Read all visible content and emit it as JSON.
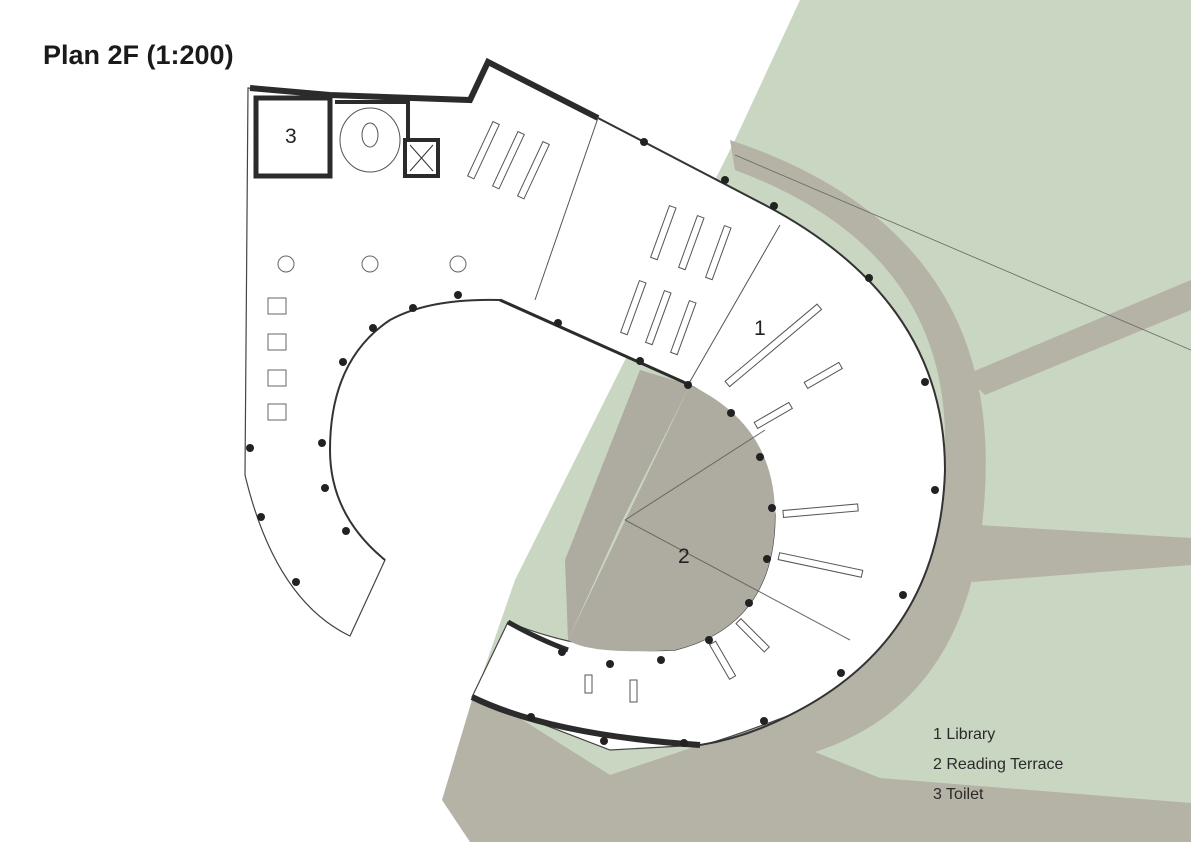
{
  "title": "Plan 2F (1:200)",
  "rooms": [
    {
      "number": "1",
      "name": "Library"
    },
    {
      "number": "2",
      "name": "Reading Terrace"
    },
    {
      "number": "3",
      "name": "Toilet"
    }
  ],
  "legend": [
    "1 Library",
    "2 Reading Terrace",
    "3 Toilet"
  ],
  "colors": {
    "lawn": "#c9d6c1",
    "path": "#b5b2a6",
    "terrace": "#aeaba0",
    "wall": "#2b2b2b",
    "line": "#444444"
  }
}
